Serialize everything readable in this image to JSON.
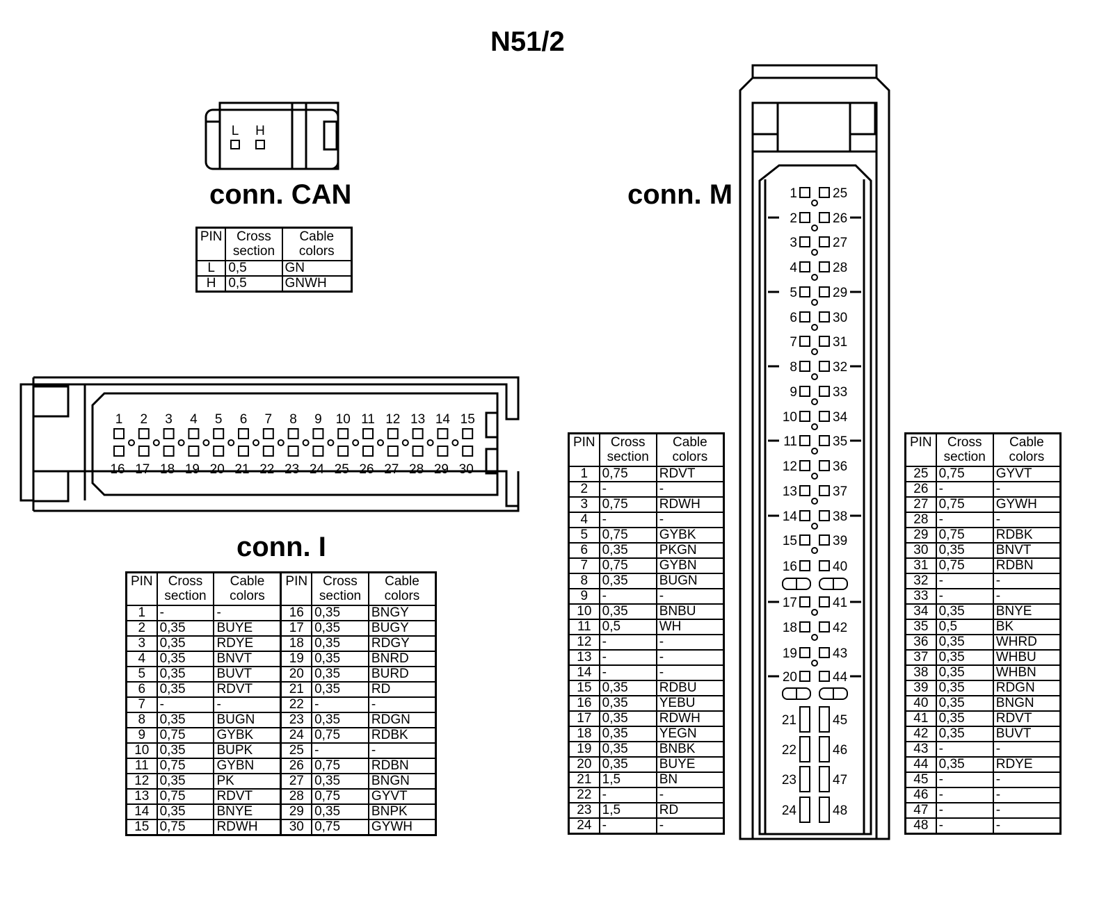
{
  "title": "N51/2",
  "connectors": {
    "can": {
      "title": "conn. CAN",
      "pin_labels": [
        "L",
        "H"
      ],
      "headers": [
        "PIN",
        "Cross section",
        "Cable colors"
      ],
      "rows": [
        [
          "L",
          "0,5",
          "GN"
        ],
        [
          "H",
          "0,5",
          "GNWH"
        ]
      ]
    },
    "i": {
      "title": "conn. I",
      "headers": [
        "PIN",
        "Cross section",
        "Cable colors"
      ],
      "top_pins": [
        "1",
        "2",
        "3",
        "4",
        "5",
        "6",
        "7",
        "8",
        "9",
        "10",
        "11",
        "12",
        "13",
        "14",
        "15"
      ],
      "bottom_pins": [
        "16",
        "17",
        "18",
        "19",
        "20",
        "21",
        "22",
        "23",
        "24",
        "25",
        "26",
        "27",
        "28",
        "29",
        "30"
      ],
      "rows_left": [
        [
          "1",
          "-",
          "-"
        ],
        [
          "2",
          "0,35",
          "BUYE"
        ],
        [
          "3",
          "0,35",
          "RDYE"
        ],
        [
          "4",
          "0,35",
          "BNVT"
        ],
        [
          "5",
          "0,35",
          "BUVT"
        ],
        [
          "6",
          "0,35",
          "RDVT"
        ],
        [
          "7",
          "-",
          "-"
        ],
        [
          "8",
          "0,35",
          "BUGN"
        ],
        [
          "9",
          "0,75",
          "GYBK"
        ],
        [
          "10",
          "0,35",
          "BUPK"
        ],
        [
          "11",
          "0,75",
          "GYBN"
        ],
        [
          "12",
          "0,35",
          "PK"
        ],
        [
          "13",
          "0,75",
          "RDVT"
        ],
        [
          "14",
          "0,35",
          "BNYE"
        ],
        [
          "15",
          "0,75",
          "RDWH"
        ]
      ],
      "rows_right": [
        [
          "16",
          "0,35",
          "BNGY"
        ],
        [
          "17",
          "0,35",
          "BUGY"
        ],
        [
          "18",
          "0,35",
          "RDGY"
        ],
        [
          "19",
          "0,35",
          "BNRD"
        ],
        [
          "20",
          "0,35",
          "BURD"
        ],
        [
          "21",
          "0,35",
          "RD"
        ],
        [
          "22",
          "-",
          "-"
        ],
        [
          "23",
          "0,35",
          "RDGN"
        ],
        [
          "24",
          "0,75",
          "RDBK"
        ],
        [
          "25",
          "-",
          "-"
        ],
        [
          "26",
          "0,75",
          "RDBN"
        ],
        [
          "27",
          "0,35",
          "BNGN"
        ],
        [
          "28",
          "0,75",
          "GYVT"
        ],
        [
          "29",
          "0,35",
          "BNPK"
        ],
        [
          "30",
          "0,75",
          "GYWH"
        ]
      ]
    },
    "m": {
      "title": "conn. M",
      "headers": [
        "PIN",
        "Cross section",
        "Cable colors"
      ],
      "left_pins": [
        "1",
        "2",
        "3",
        "4",
        "5",
        "6",
        "7",
        "8",
        "9",
        "10",
        "11",
        "12",
        "13",
        "14",
        "15",
        "16",
        "17",
        "18",
        "19",
        "20",
        "21",
        "22",
        "23",
        "24"
      ],
      "right_pins": [
        "25",
        "26",
        "27",
        "28",
        "29",
        "30",
        "31",
        "32",
        "33",
        "34",
        "35",
        "36",
        "37",
        "38",
        "39",
        "40",
        "41",
        "42",
        "43",
        "44",
        "45",
        "46",
        "47",
        "48"
      ],
      "rows_left": [
        [
          "1",
          "0,75",
          "RDVT"
        ],
        [
          "2",
          "-",
          "-"
        ],
        [
          "3",
          "0,75",
          "RDWH"
        ],
        [
          "4",
          "-",
          "-"
        ],
        [
          "5",
          "0,75",
          "GYBK"
        ],
        [
          "6",
          "0,35",
          "PKGN"
        ],
        [
          "7",
          "0,75",
          "GYBN"
        ],
        [
          "8",
          "0,35",
          "BUGN"
        ],
        [
          "9",
          "-",
          "-"
        ],
        [
          "10",
          "0,35",
          "BNBU"
        ],
        [
          "11",
          "0,5",
          "WH"
        ],
        [
          "12",
          "-",
          "-"
        ],
        [
          "13",
          "-",
          "-"
        ],
        [
          "14",
          "-",
          "-"
        ],
        [
          "15",
          "0,35",
          "RDBU"
        ],
        [
          "16",
          "0,35",
          "YEBU"
        ],
        [
          "17",
          "0,35",
          "RDWH"
        ],
        [
          "18",
          "0,35",
          "YEGN"
        ],
        [
          "19",
          "0,35",
          "BNBK"
        ],
        [
          "20",
          "0,35",
          "BUYE"
        ],
        [
          "21",
          "1,5",
          "BN"
        ],
        [
          "22",
          "-",
          "-"
        ],
        [
          "23",
          "1,5",
          "RD"
        ],
        [
          "24",
          "-",
          "-"
        ]
      ],
      "rows_right": [
        [
          "25",
          "0,75",
          "GYVT"
        ],
        [
          "26",
          "-",
          "-"
        ],
        [
          "27",
          "0,75",
          "GYWH"
        ],
        [
          "28",
          "-",
          "-"
        ],
        [
          "29",
          "0,75",
          "RDBK"
        ],
        [
          "30",
          "0,35",
          "BNVT"
        ],
        [
          "31",
          "0,75",
          "RDBN"
        ],
        [
          "32",
          "-",
          "-"
        ],
        [
          "33",
          "-",
          "-"
        ],
        [
          "34",
          "0,35",
          "BNYE"
        ],
        [
          "35",
          "0,5",
          "BK"
        ],
        [
          "36",
          "0,35",
          "WHRD"
        ],
        [
          "37",
          "0,35",
          "WHBU"
        ],
        [
          "38",
          "0,35",
          "WHBN"
        ],
        [
          "39",
          "0,35",
          "RDGN"
        ],
        [
          "40",
          "0,35",
          "BNGN"
        ],
        [
          "41",
          "0,35",
          "RDVT"
        ],
        [
          "42",
          "0,35",
          "BUVT"
        ],
        [
          "43",
          "-",
          "-"
        ],
        [
          "44",
          "0,35",
          "RDYE"
        ],
        [
          "45",
          "-",
          "-"
        ],
        [
          "46",
          "-",
          "-"
        ],
        [
          "47",
          "-",
          "-"
        ],
        [
          "48",
          "-",
          "-"
        ]
      ]
    }
  }
}
